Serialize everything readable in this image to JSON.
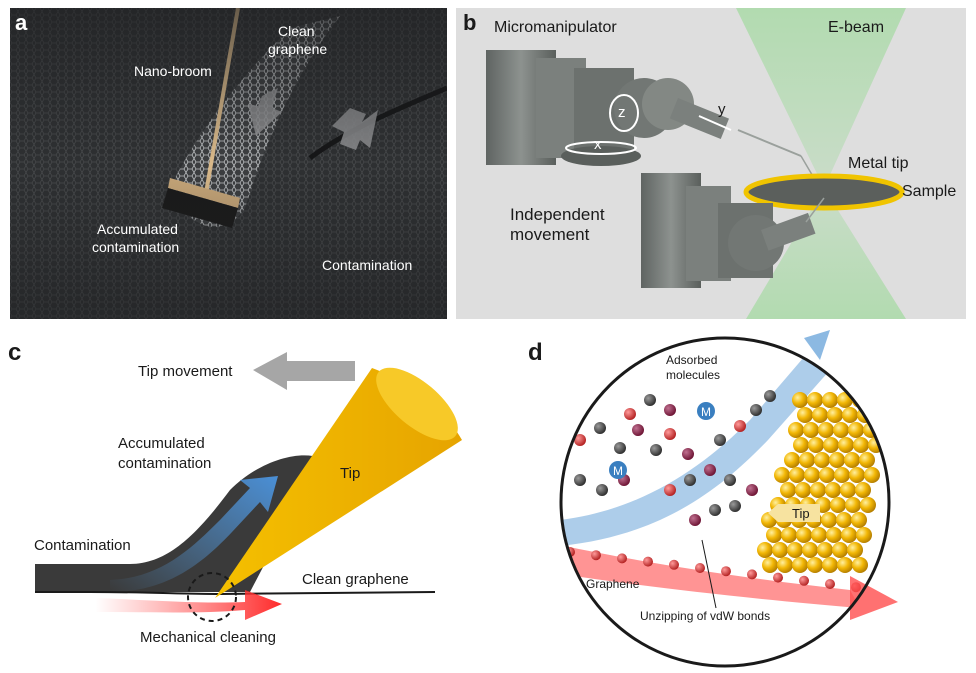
{
  "panels": {
    "a": {
      "letter": "a",
      "nano_broom": "Nano-broom",
      "clean_graphene_1": "Clean",
      "clean_graphene_2": "graphene",
      "accumulated_1": "Accumulated",
      "accumulated_2": "contamination",
      "contamination": "Contamination"
    },
    "b": {
      "letter": "b",
      "micromanipulator": "Micromanipulator",
      "e_beam": "E-beam",
      "axis_z": "z",
      "axis_y": "y",
      "axis_x": "x",
      "metal_tip": "Metal tip",
      "sample": "Sample",
      "independent_1": "Independent",
      "independent_2": "movement"
    },
    "c": {
      "letter": "c",
      "tip_movement": "Tip movement",
      "accumulated_1": "Accumulated",
      "accumulated_2": "contamination",
      "tip": "Tip",
      "contamination": "Contamination",
      "clean_graphene": "Clean graphene",
      "mechanical_cleaning": "Mechanical cleaning"
    },
    "d": {
      "letter": "d",
      "adsorbed_1": "Adsorbed",
      "adsorbed_2": "molecules",
      "m_label": "M",
      "tip": "Tip",
      "graphene": "Graphene",
      "unzipping": "Unzipping of vdW bonds"
    }
  },
  "colors": {
    "tip_gold": "#f2b705",
    "blue_arrow": "#5b9bd5",
    "red_arrow": "#ff4d4d",
    "grey_arrow": "#a6a6a6",
    "contamination_dark": "#3a3a3a",
    "ebeam_green": "#9ed99a"
  }
}
